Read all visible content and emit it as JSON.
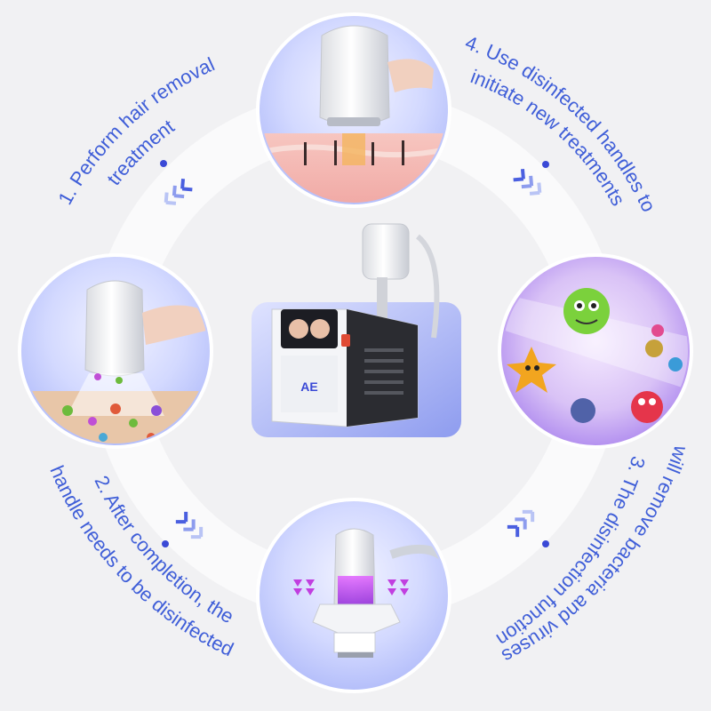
{
  "steps": {
    "step1": {
      "line1": "1. Perform hair removal",
      "line2": "treatment"
    },
    "step2": {
      "line1": "2. After completion, the",
      "line2": "handle needs to be disinfected"
    },
    "step3": {
      "line1": "3. The disinfection function",
      "line2": "will remove bacteria and viruses"
    },
    "step4": {
      "line1": "4. Use disinfected handles to",
      "line2": "initiate new treatments"
    }
  },
  "device": {
    "logo": "AE"
  },
  "colors": {
    "text": "#3f5ed8",
    "accent": "#3a49d6",
    "arrow_light": "#b9c4f5",
    "arrow_dark": "#4a5fe0",
    "ring": "#fafafb",
    "circle_fill": "#d6dcff",
    "card": "#a9b3f4",
    "disinfect_glow": "#c13fe0"
  },
  "icons": [
    "chevron-arrows-icon",
    "bullet-dot-icon"
  ]
}
